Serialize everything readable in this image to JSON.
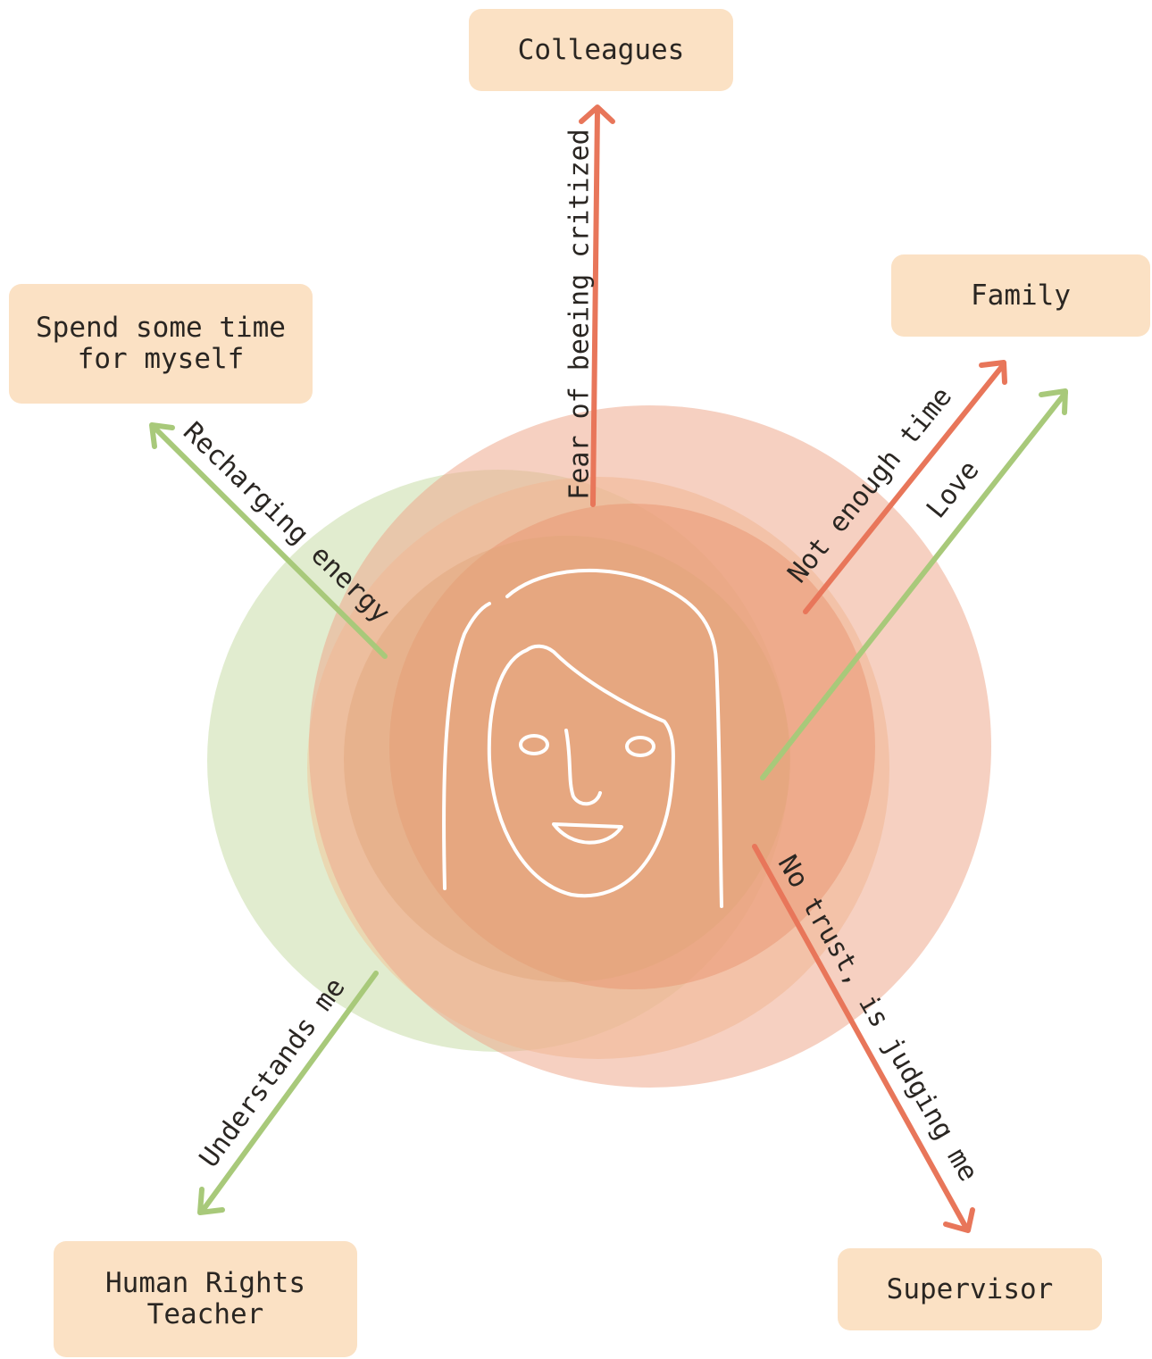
{
  "colors": {
    "node_fill": "#fbe1c4",
    "positive": "#a8c97a",
    "negative": "#e8765a",
    "face_stroke": "#ffffff"
  },
  "center": {
    "icon": "woman-face-icon"
  },
  "nodes": {
    "colleagues": "Colleagues",
    "family": "Family",
    "myself": "Spend some time\nfor myself",
    "teacher": "Human Rights\nTeacher",
    "supervisor": "Supervisor"
  },
  "relations": {
    "colleagues": {
      "label": "Fear of beeing critized",
      "tone": "negative"
    },
    "family_time": {
      "label": "Not enough time",
      "tone": "negative"
    },
    "family_love": {
      "label": "Love",
      "tone": "positive"
    },
    "myself": {
      "label": "Recharging energy",
      "tone": "positive"
    },
    "teacher": {
      "label": "Understands me",
      "tone": "positive"
    },
    "supervisor": {
      "label": "No trust, is judging me",
      "tone": "negative"
    }
  }
}
